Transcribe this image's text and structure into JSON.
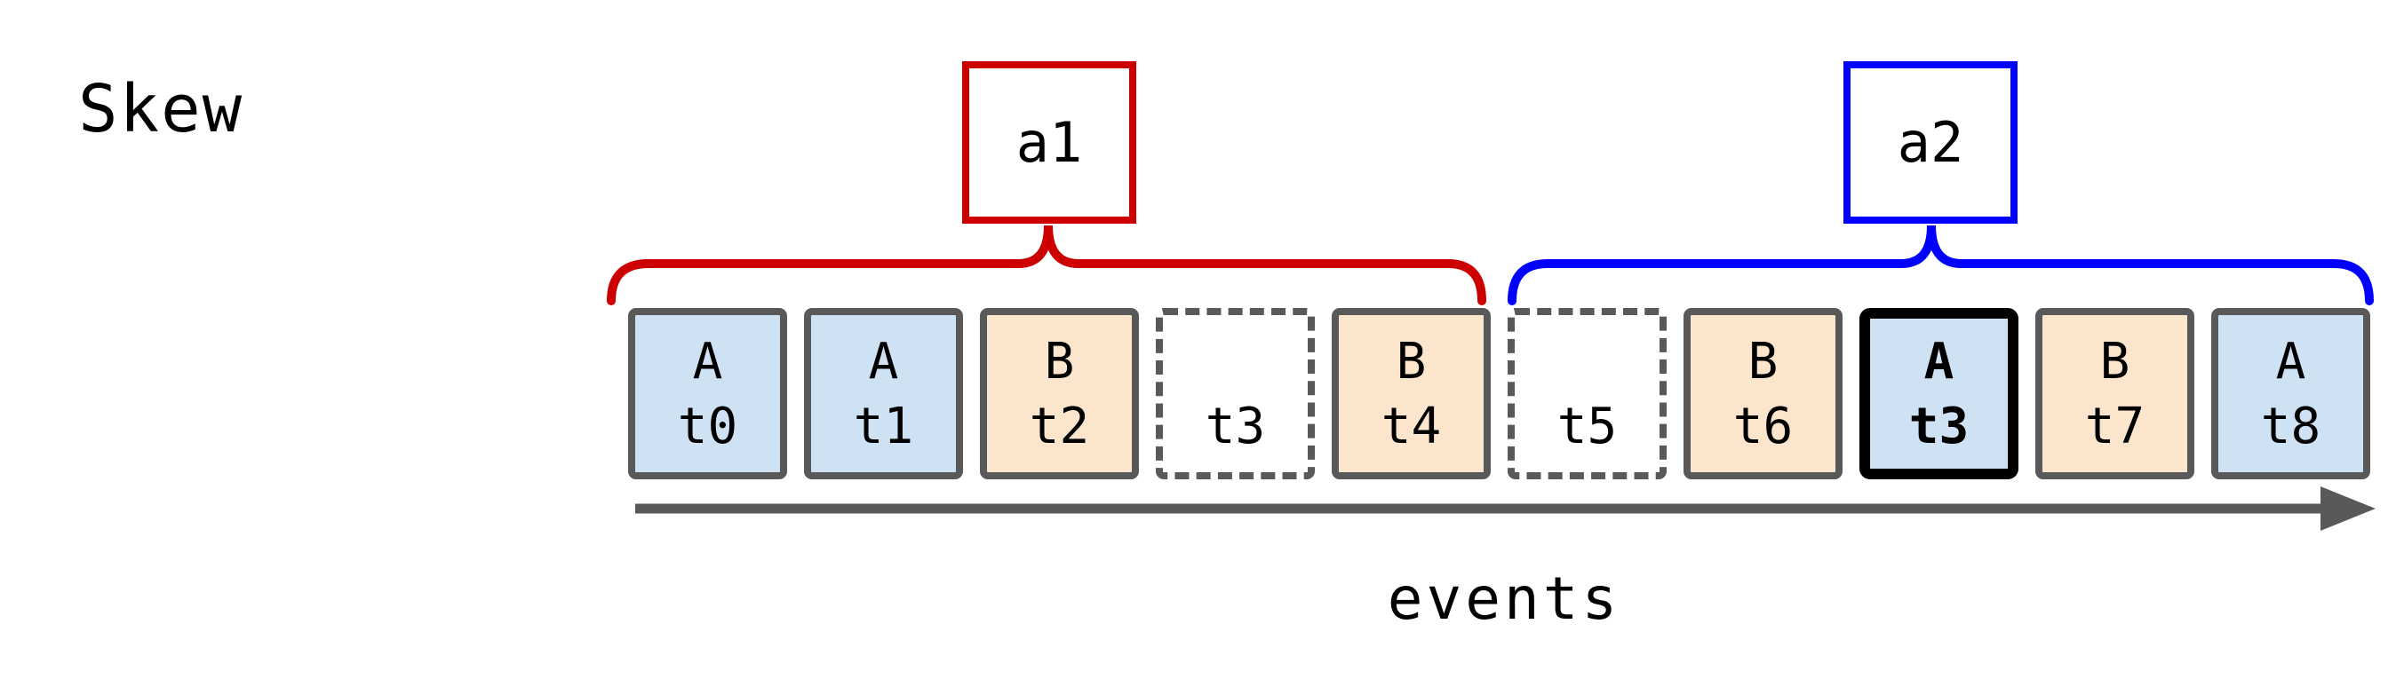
{
  "diagram": {
    "title": "Skew",
    "axis_label": "events",
    "colors": {
      "window_a1_border": "#cc0000",
      "window_a2_border": "#0000ff",
      "event_box_border": "#595959",
      "event_fill_blue": "#cfe2f3",
      "event_fill_orange": "#fce5cd",
      "highlight_border": "#000000",
      "arrow": "#595959",
      "text": "#000000"
    },
    "windows": [
      {
        "label": "a1",
        "color": "#cc0000"
      },
      {
        "label": "a2",
        "color": "#0000ff"
      }
    ],
    "events": [
      {
        "letter": "A",
        "time": "t0",
        "fill": "blue",
        "style": "solid"
      },
      {
        "letter": "A",
        "time": "t1",
        "fill": "blue",
        "style": "solid"
      },
      {
        "letter": "B",
        "time": "t2",
        "fill": "orange",
        "style": "solid"
      },
      {
        "letter": "",
        "time": "t3",
        "fill": "white",
        "style": "dashed"
      },
      {
        "letter": "B",
        "time": "t4",
        "fill": "orange",
        "style": "solid"
      },
      {
        "letter": "",
        "time": "t5",
        "fill": "white",
        "style": "dashed"
      },
      {
        "letter": "B",
        "time": "t6",
        "fill": "orange",
        "style": "solid"
      },
      {
        "letter": "A",
        "time": "t3",
        "fill": "blue",
        "style": "highlight"
      },
      {
        "letter": "B",
        "time": "t7",
        "fill": "orange",
        "style": "solid"
      },
      {
        "letter": "A",
        "time": "t8",
        "fill": "blue",
        "style": "solid"
      }
    ]
  }
}
